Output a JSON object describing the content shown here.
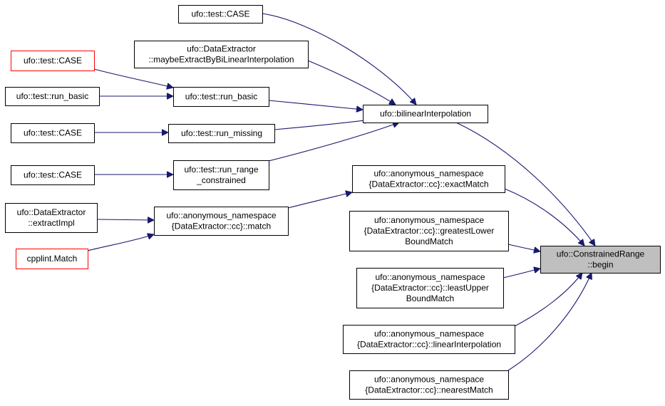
{
  "graph": {
    "edge_color": "#191970",
    "nodes": [
      {
        "id": "case_top",
        "lines": [
          "ufo::test::CASE"
        ],
        "style": "normal"
      },
      {
        "id": "de_bilinear",
        "lines": [
          "ufo::DataExtractor",
          "::maybeExtractByBiLinearInterpolation"
        ],
        "style": "normal"
      },
      {
        "id": "case_red",
        "lines": [
          "ufo::test::CASE"
        ],
        "style": "red"
      },
      {
        "id": "run_basic_left",
        "lines": [
          "ufo::test::run_basic"
        ],
        "style": "normal"
      },
      {
        "id": "run_basic",
        "lines": [
          "ufo::test::run_basic"
        ],
        "style": "normal"
      },
      {
        "id": "bilinear",
        "lines": [
          "ufo::bilinearInterpolation"
        ],
        "style": "normal"
      },
      {
        "id": "case_mid",
        "lines": [
          "ufo::test::CASE"
        ],
        "style": "normal"
      },
      {
        "id": "run_missing",
        "lines": [
          "ufo::test::run_missing"
        ],
        "style": "normal"
      },
      {
        "id": "case_low",
        "lines": [
          "ufo::test::CASE"
        ],
        "style": "normal"
      },
      {
        "id": "run_range",
        "lines": [
          "ufo::test::run_range",
          "_constrained"
        ],
        "style": "normal"
      },
      {
        "id": "exact_match",
        "lines": [
          "ufo::anonymous_namespace",
          "{DataExtractor::cc}::exactMatch"
        ],
        "style": "normal"
      },
      {
        "id": "extract_impl",
        "lines": [
          "ufo::DataExtractor",
          "::extractImpl"
        ],
        "style": "normal"
      },
      {
        "id": "match",
        "lines": [
          "ufo::anonymous_namespace",
          "{DataExtractor::cc}::match"
        ],
        "style": "normal"
      },
      {
        "id": "greatest_lower",
        "lines": [
          "ufo::anonymous_namespace",
          "{DataExtractor::cc}::greatestLower",
          "BoundMatch"
        ],
        "style": "normal"
      },
      {
        "id": "constrained_begin",
        "lines": [
          "ufo::ConstrainedRange",
          "::begin"
        ],
        "style": "target"
      },
      {
        "id": "cpplint_match",
        "lines": [
          "cpplint.Match"
        ],
        "style": "red"
      },
      {
        "id": "least_upper",
        "lines": [
          "ufo::anonymous_namespace",
          "{DataExtractor::cc}::leastUpper",
          "BoundMatch"
        ],
        "style": "normal"
      },
      {
        "id": "linear_interp",
        "lines": [
          "ufo::anonymous_namespace",
          "{DataExtractor::cc}::linearInterpolation"
        ],
        "style": "normal"
      },
      {
        "id": "nearest_match",
        "lines": [
          "ufo::anonymous_namespace",
          "{DataExtractor::cc}::nearestMatch"
        ],
        "style": "normal"
      }
    ],
    "edges": [
      {
        "from": "case_top",
        "to": "bilinear"
      },
      {
        "from": "de_bilinear",
        "to": "bilinear"
      },
      {
        "from": "case_red",
        "to": "run_basic"
      },
      {
        "from": "run_basic_left",
        "to": "run_basic"
      },
      {
        "from": "run_basic",
        "to": "bilinear"
      },
      {
        "from": "case_mid",
        "to": "run_missing"
      },
      {
        "from": "run_missing",
        "to": "bilinear"
      },
      {
        "from": "case_low",
        "to": "run_range"
      },
      {
        "from": "run_range",
        "to": "bilinear"
      },
      {
        "from": "bilinear",
        "to": "constrained_begin"
      },
      {
        "from": "extract_impl",
        "to": "match"
      },
      {
        "from": "cpplint_match",
        "to": "match"
      },
      {
        "from": "match",
        "to": "exact_match"
      },
      {
        "from": "exact_match",
        "to": "constrained_begin"
      },
      {
        "from": "greatest_lower",
        "to": "constrained_begin"
      },
      {
        "from": "least_upper",
        "to": "constrained_begin"
      },
      {
        "from": "linear_interp",
        "to": "constrained_begin"
      },
      {
        "from": "nearest_match",
        "to": "constrained_begin"
      }
    ]
  }
}
